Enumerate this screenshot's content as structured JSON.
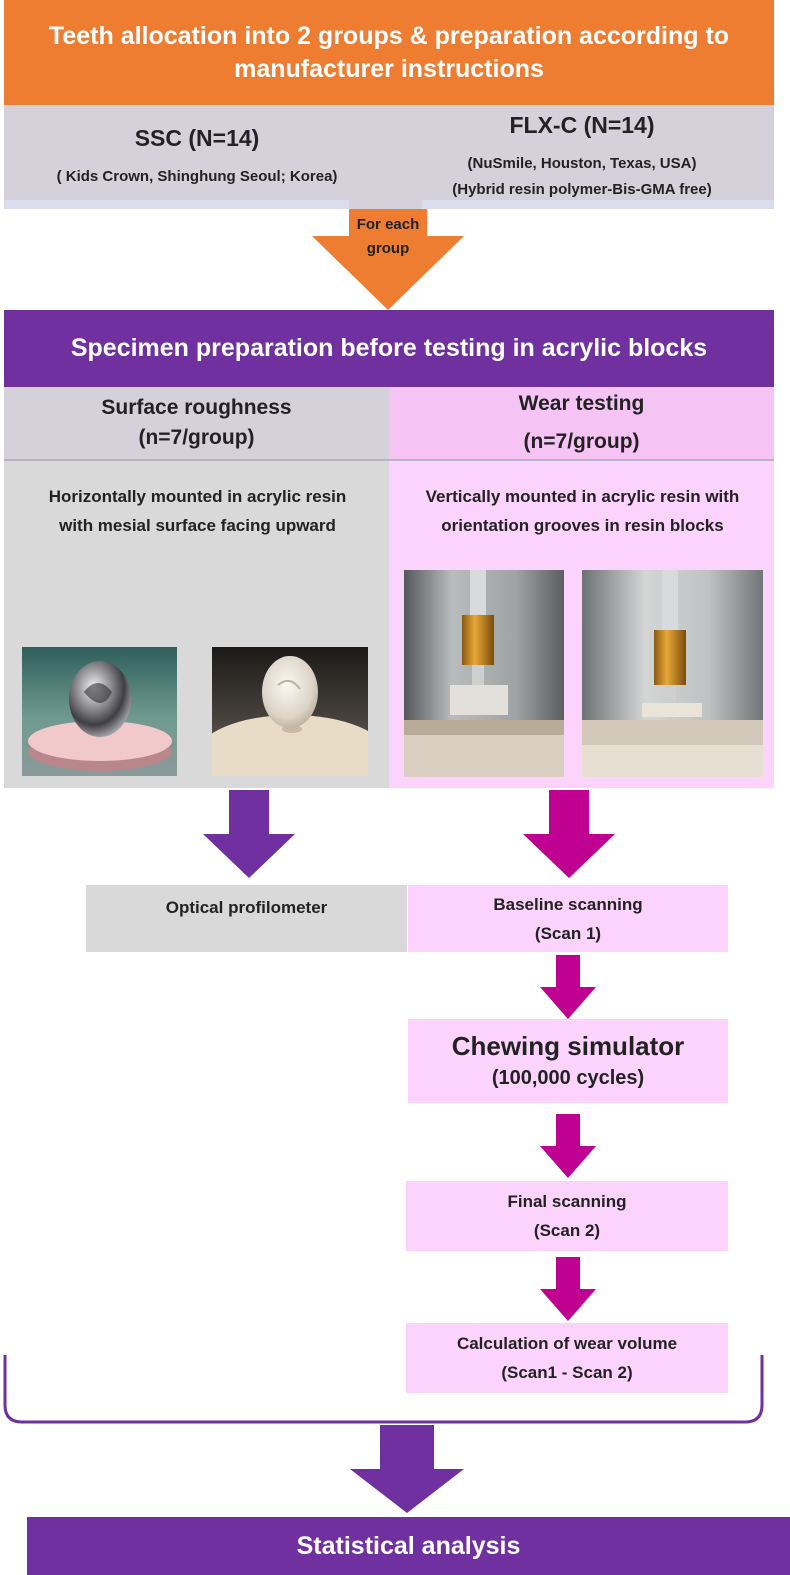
{
  "header": {
    "title": "Teeth allocation into 2 groups & preparation according to manufacturer instructions"
  },
  "groups": [
    {
      "name": "SSC (N=14)",
      "lines": [
        "( Kids Crown, Shinghung Seoul; Korea)"
      ]
    },
    {
      "name": "FLX-C (N=14)",
      "lines": [
        "(NuSmile, Houston, Texas, USA)",
        "(Hybrid resin polymer-Bis-GMA free)"
      ]
    }
  ],
  "connector": {
    "label": "For each group"
  },
  "prep": {
    "title": "Specimen preparation before testing in acrylic blocks"
  },
  "surface": {
    "title": "Surface roughness",
    "count": "(n=7/group)",
    "description": "Horizontally mounted in acrylic resin with mesial surface facing upward",
    "method": "Optical profilometer"
  },
  "wear": {
    "title": "Wear testing",
    "count": "(n=7/group)",
    "description": "Vertically mounted in acrylic resin with orientation grooves in resin blocks"
  },
  "steps": {
    "baseline": {
      "title": "Baseline scanning",
      "sub": "(Scan 1)"
    },
    "chewing": {
      "title": "Chewing simulator",
      "sub": "(100,000 cycles)"
    },
    "final": {
      "title": "Final scanning",
      "sub": "(Scan 2)"
    },
    "calc": {
      "title": "Calculation of wear volume",
      "sub": "(Scan1 - Scan 2)"
    }
  },
  "footer": {
    "title": "Statistical analysis"
  },
  "colors": {
    "orange": "#ee7d31",
    "purple": "#7030a0",
    "magenta": "#c00090",
    "pink": "#fcd3fc",
    "grey": "#d9d9d9",
    "lilac_grey": "#d5d1da"
  }
}
